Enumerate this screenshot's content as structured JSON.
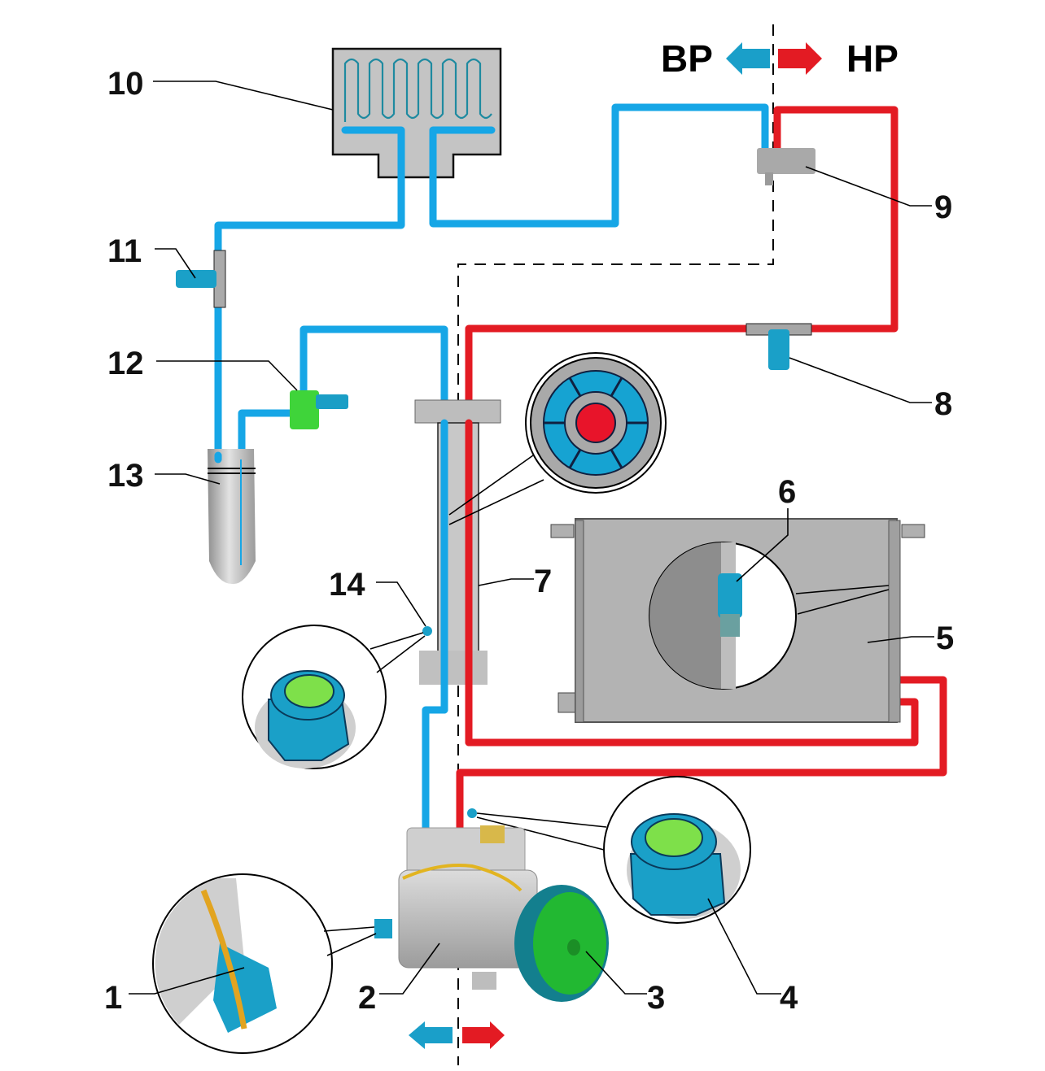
{
  "diagram": {
    "title": "Air conditioning refrigerant circuit",
    "legend": {
      "low_pressure_label": "BP",
      "high_pressure_label": "HP",
      "low_pressure_color": "#1a9fc9",
      "high_pressure_color": "#e31b23"
    },
    "colors": {
      "low_pressure_pipe": "#16a6e6",
      "high_pressure_pipe": "#e31b23",
      "component_gray": "#b9b9b9",
      "sensor_teal": "#1aa0c8",
      "valve_green": "#3fd43a"
    },
    "callouts": [
      {
        "number": "1",
        "component": "compressor control valve connector"
      },
      {
        "number": "2",
        "component": "compressor"
      },
      {
        "number": "3",
        "component": "compressor clutch pulley"
      },
      {
        "number": "4",
        "component": "high pressure service valve"
      },
      {
        "number": "5",
        "component": "condenser"
      },
      {
        "number": "6",
        "component": "condenser pressure sensor"
      },
      {
        "number": "7",
        "component": "coaxial refrigerant line"
      },
      {
        "number": "8",
        "component": "high pressure sensor"
      },
      {
        "number": "9",
        "component": "expansion valve"
      },
      {
        "number": "10",
        "component": "evaporator"
      },
      {
        "number": "11",
        "component": "low pressure sensor"
      },
      {
        "number": "12",
        "component": "low pressure valve"
      },
      {
        "number": "13",
        "component": "accumulator"
      },
      {
        "number": "14",
        "component": "low pressure service valve"
      }
    ]
  }
}
